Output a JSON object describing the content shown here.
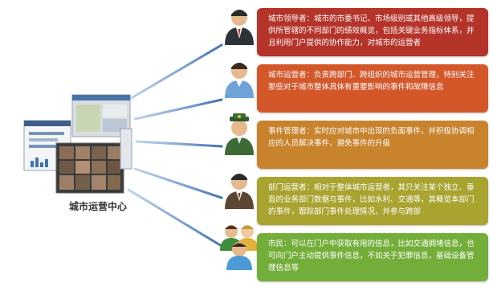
{
  "hub": {
    "label": "城市运营中心"
  },
  "roles": [
    {
      "id": "leader",
      "text": "城市领导者：城市的市委书记、市场级别或其他高级领导，提供所管辖的不同部门的绩效概览，包括关键业务指标体系，并且利用门户提供的协作能力，对城市的运营者",
      "color": "#b5342a",
      "icon": "person-suit-icon"
    },
    {
      "id": "operator",
      "text": "城市运营者：负责跨部门、跨组织的城市运营管理，特别关注那些对于城市整体具体有重要影响的事件和故障信息",
      "color": "#d4572a",
      "icon": "person-shirt-icon"
    },
    {
      "id": "event",
      "text": "事件管理者：实时应对城市中出现的负面事件，并积极协调相应的人员解决事件，避免事件的升级",
      "color": "#c8832c",
      "icon": "officer-icon"
    },
    {
      "id": "dept",
      "text": "部门运营者：相对于整体城市运营者，其只关注某个独立、垂直的业务部门数据与事件，比如水利、交通等，其概览本部门的事件，跟踪部门事件处理情况，并参与跨部",
      "color": "#a9a330",
      "icon": "person-suit-icon"
    },
    {
      "id": "citizen",
      "text": "市民：可以在门户中获取有用的信息，比如交通拥堵信息，也可向门户主动提供事件信息，不如关于犯罪信息，基础设备管理信息等",
      "color": "#74ae3a",
      "icon": "group-icon"
    }
  ]
}
